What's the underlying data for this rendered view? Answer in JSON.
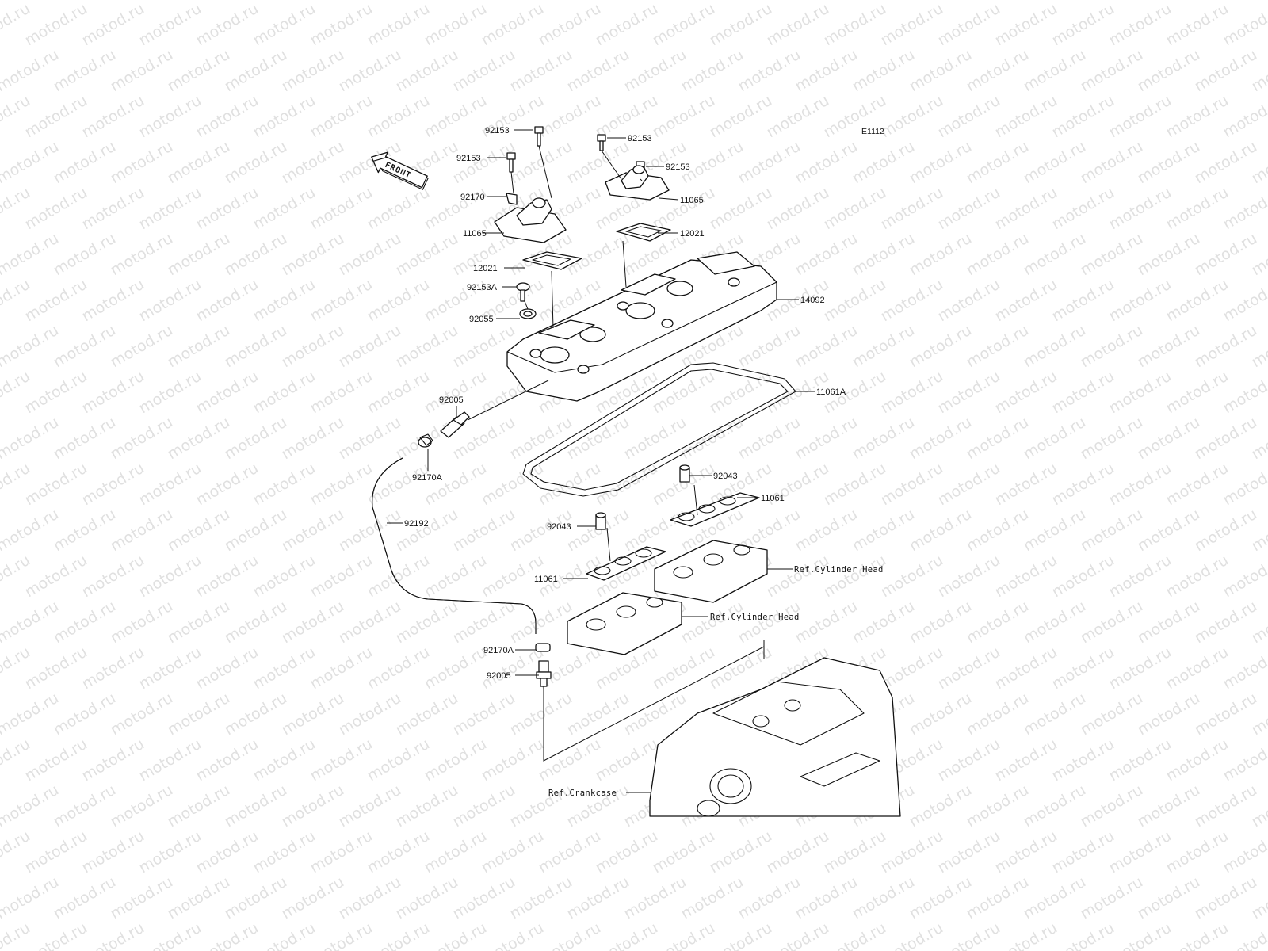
{
  "watermark": "motod.ru",
  "diagram_code": "E1112",
  "front_label": "FRONT",
  "parts": [
    {
      "key": "92153_a",
      "label": "92153"
    },
    {
      "key": "92153_b",
      "label": "92153"
    },
    {
      "key": "92153_c",
      "label": "92153"
    },
    {
      "key": "92153_d",
      "label": "92153"
    },
    {
      "key": "92170",
      "label": "92170"
    },
    {
      "key": "11065_l",
      "label": "11065"
    },
    {
      "key": "11065_r",
      "label": "11065"
    },
    {
      "key": "12021_l",
      "label": "12021"
    },
    {
      "key": "12021_r",
      "label": "12021"
    },
    {
      "key": "92153A",
      "label": "92153A"
    },
    {
      "key": "92055",
      "label": "92055"
    },
    {
      "key": "14092",
      "label": "14092"
    },
    {
      "key": "11061A",
      "label": "11061A"
    },
    {
      "key": "92005_t",
      "label": "92005"
    },
    {
      "key": "92170A_t",
      "label": "92170A"
    },
    {
      "key": "92043_r",
      "label": "92043"
    },
    {
      "key": "11061_r",
      "label": "11061"
    },
    {
      "key": "92192",
      "label": "92192"
    },
    {
      "key": "92043_l",
      "label": "92043"
    },
    {
      "key": "11061_l",
      "label": "11061"
    },
    {
      "key": "92170A_b",
      "label": "92170A"
    },
    {
      "key": "92005_b",
      "label": "92005"
    }
  ],
  "references": [
    {
      "key": "ref_head_r",
      "label": "Ref.Cylinder Head"
    },
    {
      "key": "ref_head_l",
      "label": "Ref.Cylinder Head"
    },
    {
      "key": "ref_crankcase",
      "label": "Ref.Crankcase"
    }
  ]
}
